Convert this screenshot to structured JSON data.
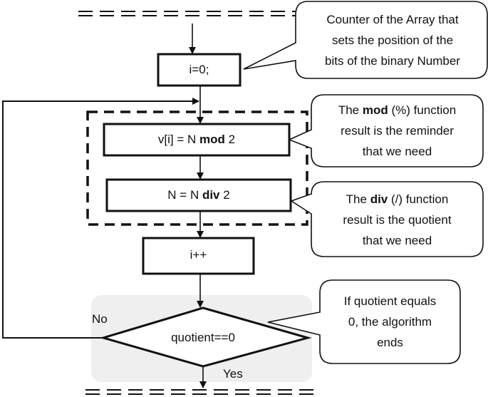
{
  "flowchart": {
    "init_box": "i=0;",
    "mod_box": {
      "pre": "v[i] = N ",
      "op": "mod",
      "post": " 2"
    },
    "div_box": {
      "pre": "N = N ",
      "op": "div",
      "post": " 2"
    },
    "inc_box": "i++",
    "decision": "quotient==0",
    "no_label": "No",
    "yes_label": "Yes"
  },
  "callouts": {
    "counter": {
      "line1": "Counter of the Array that",
      "line2": "sets the position of the",
      "line3": "bits of the binary Number"
    },
    "mod": {
      "pre": "The ",
      "op": "mod",
      "post": " (%) function",
      "line2": "result is the reminder",
      "line3": "that we need"
    },
    "div": {
      "pre": "The ",
      "op": "div",
      "post": " (/) function",
      "line2": "result is the quotient",
      "line3": "that we need"
    },
    "end": {
      "line1": "If quotient equals",
      "line2": "0, the algorithm",
      "line3": "ends"
    }
  }
}
